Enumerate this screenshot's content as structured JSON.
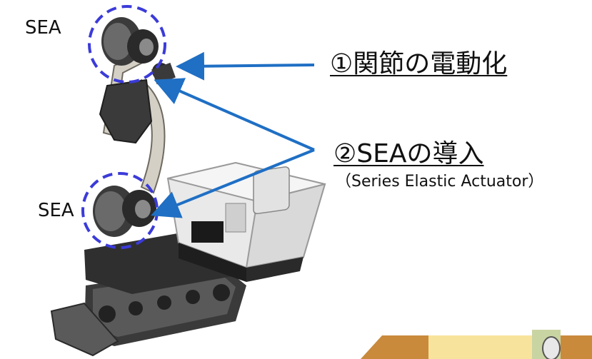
{
  "labels": {
    "sea_top": "SEA",
    "sea_bottom": "SEA",
    "feature1": "①関節の電動化",
    "feature2": "②SEAの導入",
    "feature2_sub": "（Series Elastic Actuator）"
  },
  "colors": {
    "arrow": "#1f6fc4",
    "dashed_circle": "#3b3bd9",
    "robot_dark": "#2b2b2b",
    "robot_body": "#e9e9e9",
    "arm": "#d4d0c6"
  }
}
